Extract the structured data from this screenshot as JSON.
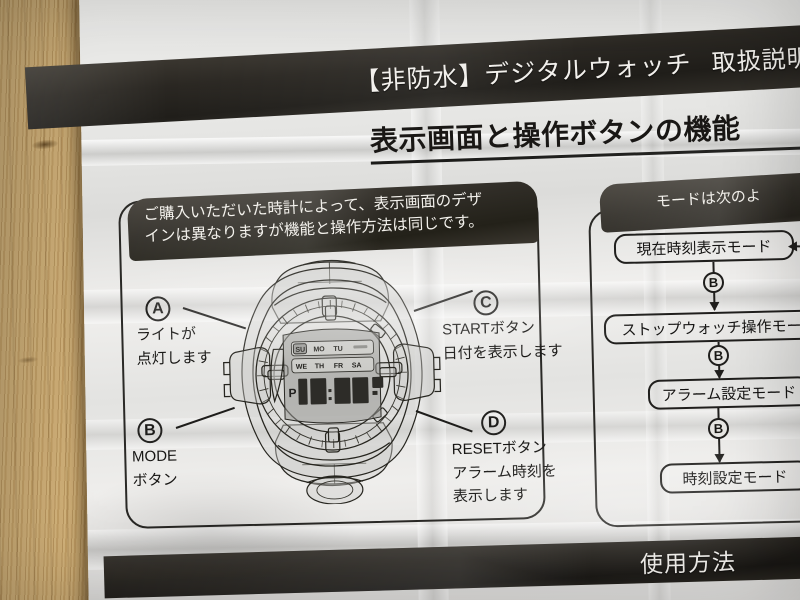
{
  "photo": {
    "subject": "digital watch instruction manual leaflet on wooden table",
    "background_color": "#c3a169",
    "paper_color": "#e9e9e7",
    "ink_color": "#201f1d"
  },
  "title_band": {
    "main": "【非防水】デジタルウォッチ",
    "sub": "取扱説明"
  },
  "section_heading": {
    "text": "表示画面と操作ボタンの機能"
  },
  "left_panel": {
    "callout": {
      "line1": "ご購入いただいた時計によって、表示画面のデザ",
      "line2": "インは異なりますが機能と操作方法は同じです。"
    },
    "labels": [
      {
        "letter": "A",
        "line1": "ライトが",
        "line2": "点灯します",
        "line3": ""
      },
      {
        "letter": "B",
        "line1": "MODE",
        "line2": "ボタン",
        "line3": ""
      },
      {
        "letter": "C",
        "line1": "STARTボタン",
        "line2": "日付を表示します",
        "line3": ""
      },
      {
        "letter": "D",
        "line1": "RESETボタン",
        "line2": "アラーム時刻を",
        "line3": "表示します"
      }
    ]
  },
  "watch": {
    "lcd": {
      "day_row_1": [
        "SU",
        "MO",
        "TU"
      ],
      "day_row_2": [
        "WE",
        "TH",
        "FR",
        "SA"
      ],
      "active_day": "SU",
      "meridiem": "P",
      "time": "10:00",
      "seconds": "00"
    }
  },
  "right_panel": {
    "callout": "モードは次のよ",
    "flow_nodes": [
      {
        "label": "現在時刻表示モード"
      },
      {
        "label": "ストップウォッチ操作モー"
      },
      {
        "label": "アラーム設定モード"
      },
      {
        "label": "時刻設定モード"
      }
    ],
    "transition_button": "B"
  },
  "bottom_band": {
    "text": "使用方法"
  }
}
